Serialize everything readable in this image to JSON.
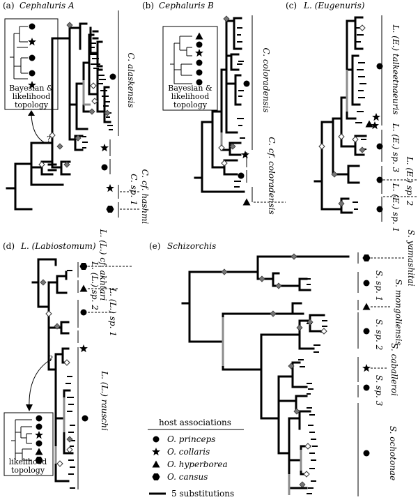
{
  "panels": {
    "a": {
      "letter": "(a)",
      "title": "Cephaluris A",
      "box_caption": [
        "Bayesian &",
        "likelihood",
        "topology"
      ],
      "clades": [
        "C. alaskensis",
        "C. cf. hashmi",
        "C. sp. 1"
      ],
      "qmark": "?"
    },
    "b": {
      "letter": "(b)",
      "title": "Cephaluris B",
      "box_caption": [
        "Bayesian &",
        "likelihood",
        "topology"
      ],
      "clades": [
        "C. coloradensis",
        "C. cf. coloradensis"
      ]
    },
    "c": {
      "letter": "(c)",
      "title": "L. (Eugenuris)",
      "clades": [
        "L. (E.) talkeetnaeuris",
        "L. (E.) sp. 3",
        "L. (E.) sp. 2",
        "L. (E.) sp. 1"
      ]
    },
    "d": {
      "letter": "(d)",
      "title": "L. (Labiostomum)",
      "box_caption": [
        "likelihood",
        "topology"
      ],
      "clades": [
        "L. (L.) cf. akhtari",
        "L. (L.) sp. 2",
        "L. (L.) sp. 1",
        "L. (L.) rauschi"
      ],
      "qmark": "?"
    },
    "e": {
      "letter": "(e)",
      "title": "Schizorchis",
      "clades": [
        "S. yamashitai",
        "S. sp. 1",
        "S. mongoliensis",
        "S. sp. 2",
        "S. caballeroi",
        "S. sp. 3",
        "S. ochotonae"
      ]
    }
  },
  "legend": {
    "title": "host associations",
    "items": [
      {
        "symbol": "circle-icon",
        "label": "O. princeps"
      },
      {
        "symbol": "star-icon",
        "label": "O. collaris"
      },
      {
        "symbol": "triangle-icon",
        "label": "O. hyperborea"
      },
      {
        "symbol": "hexagon-icon",
        "label": "O. cansus"
      }
    ],
    "scale_label": "5 substitutions"
  },
  "colors": {
    "branch": "#000000",
    "highlight_branch": "#8c8c8c",
    "node_marker": "#7a7a7a"
  }
}
